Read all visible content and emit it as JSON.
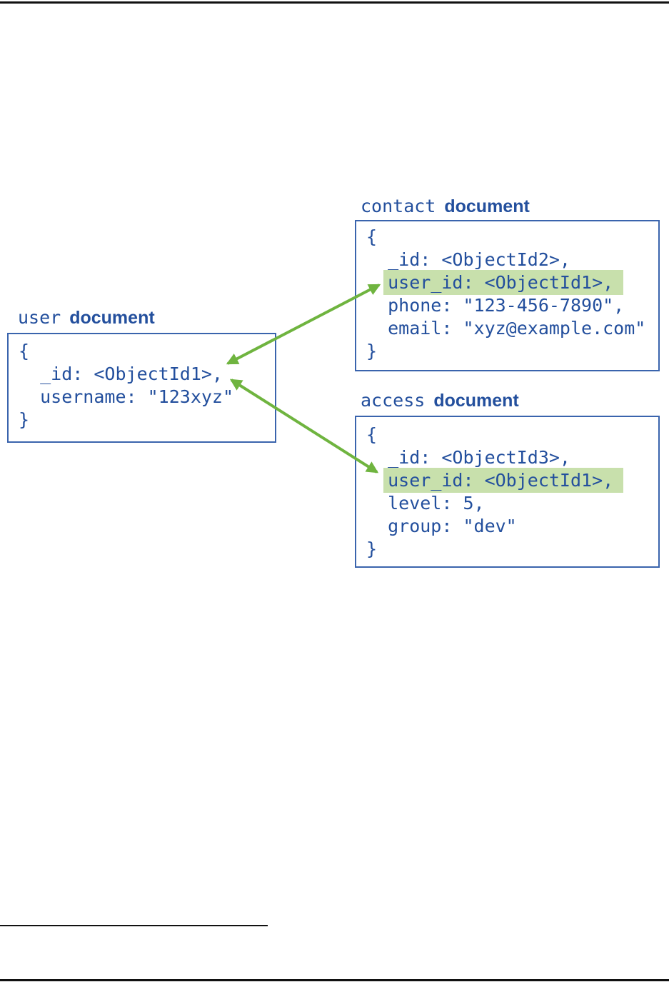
{
  "figure": {
    "description": "Diagram of MongoDB document references: user document _id referenced by user_id fields in contact and access documents"
  },
  "colors": {
    "text_blue": "#234f9d",
    "border_blue": "#3a64ad",
    "highlight_green": "#c8e0ac",
    "arrow_green": "#6fb43f",
    "rule_black": "#111111"
  },
  "documents": {
    "user": {
      "collection": "user",
      "type_label": "document",
      "lines": [
        "{",
        "  _id: <ObjectId1>,",
        "  username: \"123xyz\"",
        "}"
      ]
    },
    "contact": {
      "collection": "contact",
      "type_label": "document",
      "lines_before": [
        "{",
        "  _id: <ObjectId2>,"
      ],
      "highlight": {
        "indent": "  ",
        "text": "user_id: <ObjectId1>,"
      },
      "lines_after": [
        "  phone: \"123-456-7890\",",
        "  email: \"xyz@example.com\"",
        "}"
      ]
    },
    "access": {
      "collection": "access",
      "type_label": "document",
      "lines_before": [
        "{",
        "  _id: <ObjectId3>,"
      ],
      "highlight": {
        "indent": "  ",
        "text": "user_id: <ObjectId1>,"
      },
      "lines_after": [
        "  level: 5,",
        "  group: \"dev\"",
        "}"
      ]
    }
  }
}
